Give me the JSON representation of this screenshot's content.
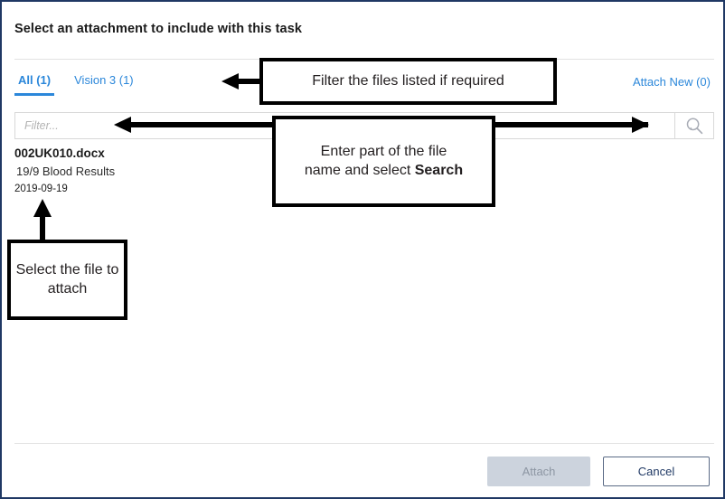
{
  "dialog": {
    "title": "Select an attachment to include with this task"
  },
  "tabs": {
    "items": [
      {
        "label": "All (1)",
        "active": true
      },
      {
        "label": "Vision 3 (1)",
        "active": false
      }
    ],
    "attach_new_label": "Attach New (0)"
  },
  "filter": {
    "placeholder": "Filter...",
    "value": "",
    "search_icon": "search-icon"
  },
  "files": [
    {
      "name": "002UK010.docx",
      "description": "19/9 Blood Results",
      "date": "2019-09-19"
    }
  ],
  "footer": {
    "attach_label": "Attach",
    "cancel_label": "Cancel"
  },
  "annotations": [
    {
      "id": "filter-callout",
      "text": "Filter the files listed if required"
    },
    {
      "id": "search-callout",
      "text_line1": "Enter part of the file",
      "text_line2_prefix": "name and select ",
      "text_line2_bold": "Search"
    },
    {
      "id": "select-callout",
      "text": "Select the file to attach"
    }
  ],
  "colors": {
    "accent": "#2b87da",
    "window_border": "#1f3864",
    "annotation": "#000000",
    "attach_disabled_bg": "#ccd3dd",
    "cancel_text": "#1f3864"
  }
}
